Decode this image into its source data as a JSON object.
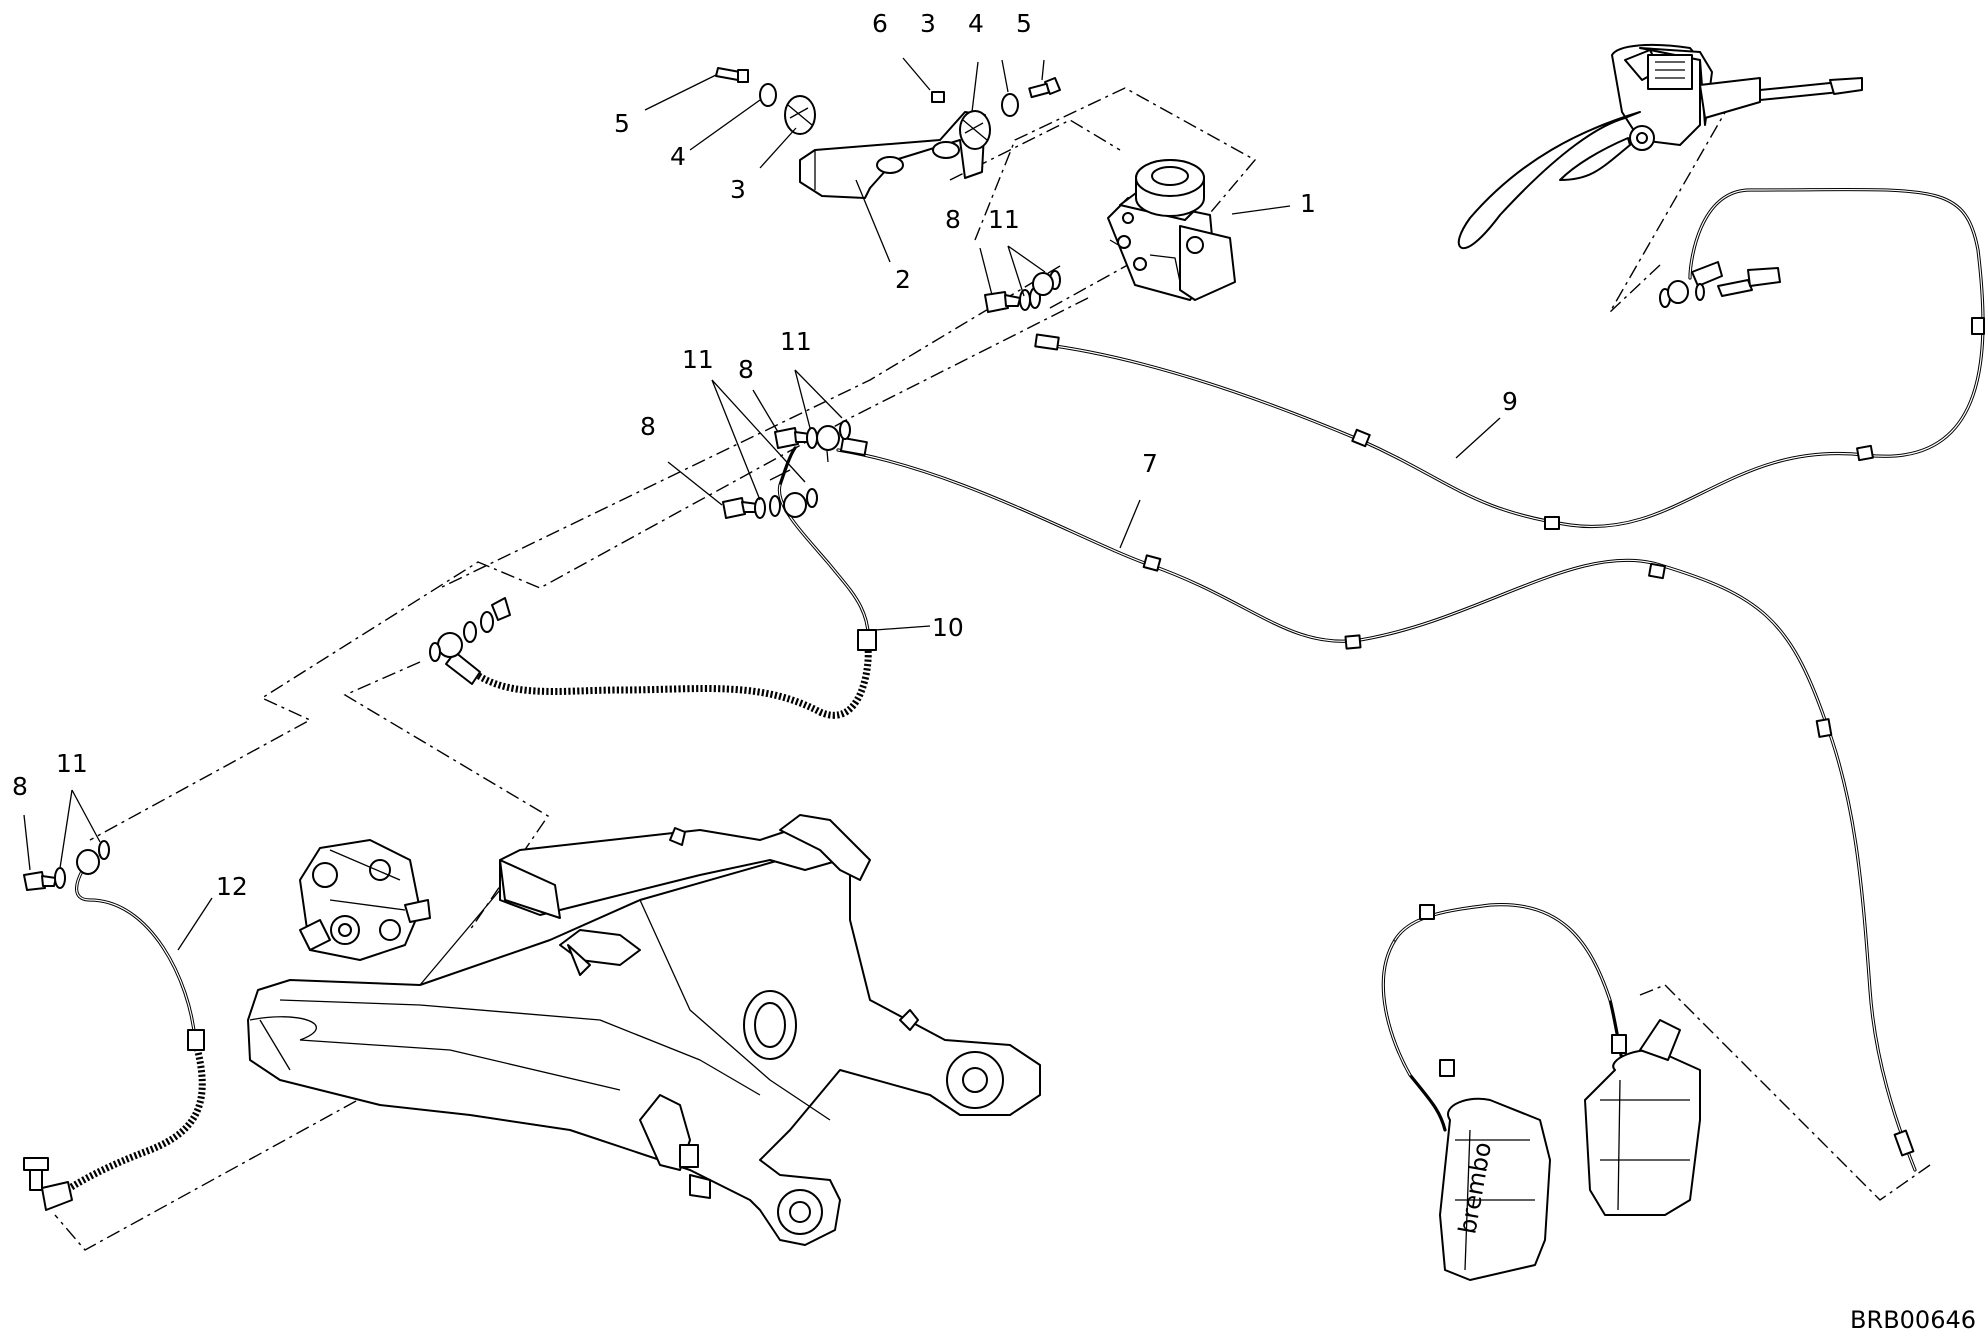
{
  "drawing_code": "BRB00646",
  "callouts": [
    {
      "id": "c-1",
      "label": "1"
    },
    {
      "id": "c-2",
      "label": "2"
    },
    {
      "id": "c-3a",
      "label": "3"
    },
    {
      "id": "c-3b",
      "label": "3"
    },
    {
      "id": "c-4a",
      "label": "4"
    },
    {
      "id": "c-4b",
      "label": "4"
    },
    {
      "id": "c-5a",
      "label": "5"
    },
    {
      "id": "c-5b",
      "label": "5"
    },
    {
      "id": "c-6",
      "label": "6"
    },
    {
      "id": "c-7",
      "label": "7"
    },
    {
      "id": "c-8a",
      "label": "8"
    },
    {
      "id": "c-8b",
      "label": "8"
    },
    {
      "id": "c-8c",
      "label": "8"
    },
    {
      "id": "c-8d",
      "label": "8"
    },
    {
      "id": "c-9",
      "label": "9"
    },
    {
      "id": "c-10",
      "label": "10"
    },
    {
      "id": "c-11a",
      "label": "11"
    },
    {
      "id": "c-11b",
      "label": "11"
    },
    {
      "id": "c-11c",
      "label": "11"
    },
    {
      "id": "c-11d",
      "label": "11"
    },
    {
      "id": "c-12",
      "label": "12"
    }
  ]
}
